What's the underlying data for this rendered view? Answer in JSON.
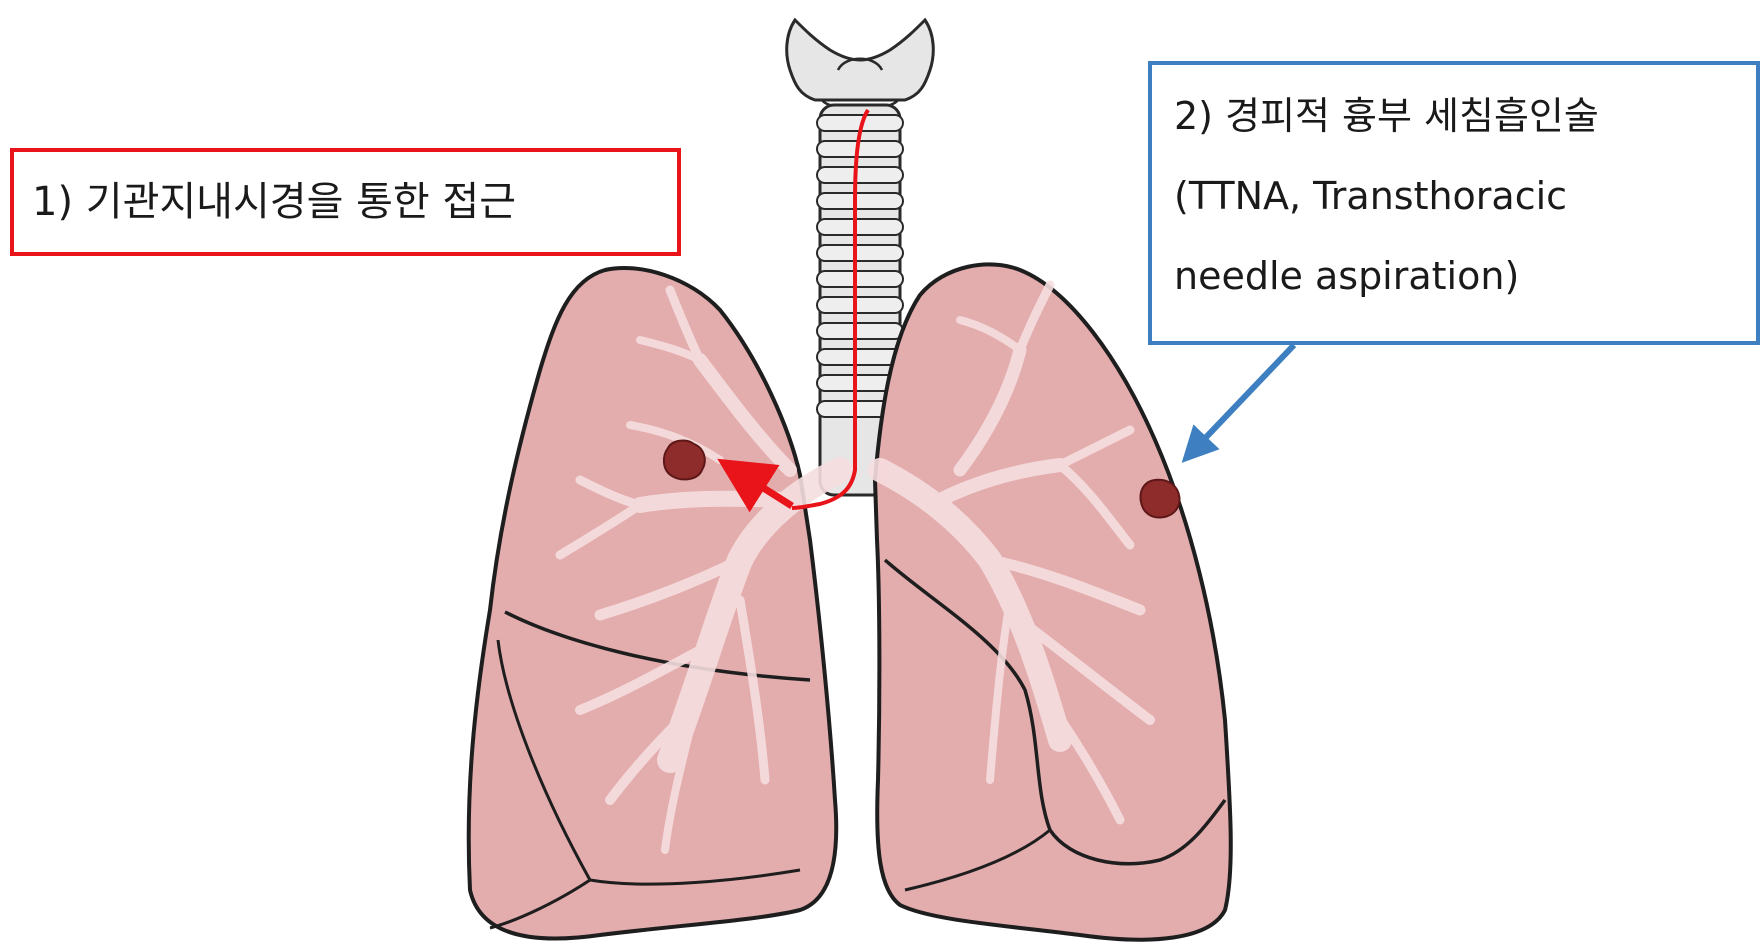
{
  "labels": {
    "bronchoscopy": "1)  기관지내시경을 통한 접근",
    "ttna": {
      "line1": "2) 경피적 흉부 세침흡인술",
      "line2": "(TTNA, Transthoracic",
      "line3": "needle aspiration)"
    }
  },
  "colors": {
    "lung_fill": "#e3acad",
    "lung_outline": "#1e1e1e",
    "airway_fill": "#f6dedf",
    "trachea_fill": "#e6e6e6",
    "tumor": "#8e2c2c",
    "bronchoscope_path": "#e8141a",
    "label1_border": "#e8141a",
    "label2_border": "#3d7fc0"
  }
}
